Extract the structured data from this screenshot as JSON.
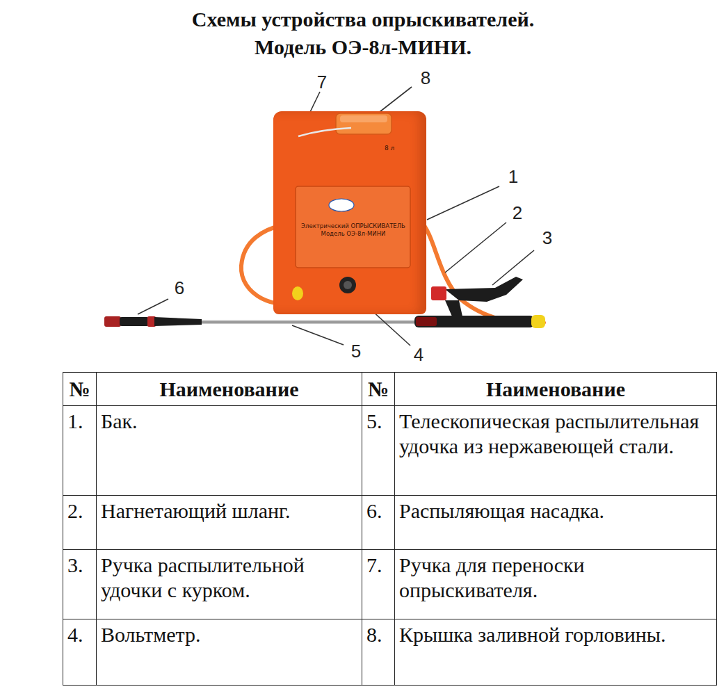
{
  "diagram": {
    "title": "Схемы устройства опрыскивателей. Модель ОЭ-8л-МИНИ.",
    "nodes": [
      {
        "text": [
          "8 л",
          "Электрический ОПРЫСКИВАТЕЛЬ Модель ОЭ-8л-МИНИ"
        ]
      }
    ],
    "labels": [
      "7",
      "8",
      "1",
      "2",
      "3",
      "6",
      "5",
      "4",
      "№",
      "Наименование",
      "№",
      "Наименование",
      "1.",
      "Бак.",
      "5.",
      "Телескопическая распылительная удочка из нержавеющей стали.",
      "2.",
      "Нагнетающий шланг.",
      "6.",
      "Распыляющая насадка.",
      "3.",
      "Ручка распылительной удочки с курком.",
      "7.",
      "Ручка для переноски опрыскивателя.",
      "4.",
      "Вольтметр.",
      "8.",
      "Крышка заливной горловины."
    ]
  }
}
